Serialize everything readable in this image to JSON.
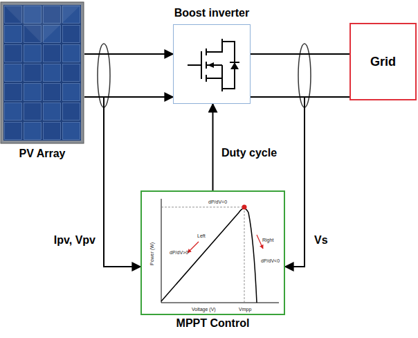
{
  "diagram": {
    "nodes": [
      {
        "text": [
          "PV Array"
        ]
      },
      {
        "text": [
          "Boost inverter"
        ]
      },
      {
        "text": [
          "Grid"
        ]
      },
      {
        "text": [
          "MPPT Control"
        ]
      }
    ],
    "edges": [
      {
        "from": 0,
        "to": 1,
        "arrow": "to"
      },
      {
        "from": 0,
        "to": 1,
        "arrow": "to"
      },
      {
        "from": 1,
        "to": 2,
        "arrow": "none"
      },
      {
        "from": 1,
        "to": 2,
        "arrow": "none"
      },
      {
        "from": 3,
        "to": 1,
        "arrow": "to",
        "label": "Duty cycle"
      },
      {
        "from": 0,
        "to": 3,
        "arrow": "to",
        "label": "Ipv, Vpv"
      },
      {
        "from": 2,
        "to": 3,
        "arrow": "to",
        "label": "Vs"
      }
    ],
    "labels": [
      "dP/dV=0",
      "Left",
      "dP/dV>0",
      "Right",
      "dP/dV<0",
      "Voltage (V)",
      "Power (W)",
      "Vmpp"
    ]
  }
}
